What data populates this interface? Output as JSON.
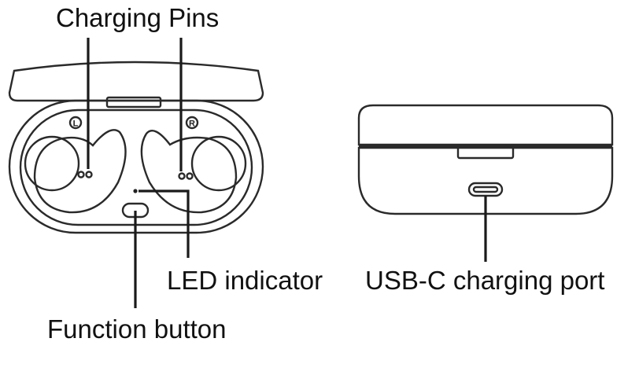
{
  "labels": {
    "charging_pins": "Charging Pins",
    "led_indicator": "LED indicator",
    "function_button": "Function button",
    "usb_c_port": "USB-C charging port"
  },
  "earbud_marks": {
    "left": "L",
    "right": "R"
  }
}
